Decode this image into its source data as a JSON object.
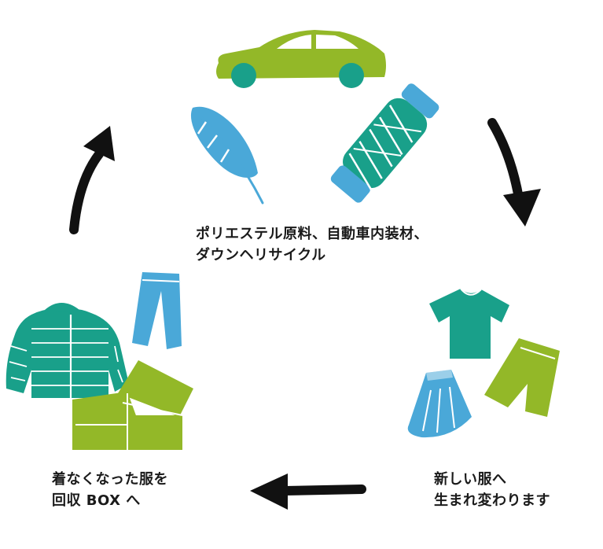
{
  "colors": {
    "green": "#93b828",
    "teal": "#19a08a",
    "blue": "#4aa8d8",
    "arrow": "#111111"
  },
  "labels": {
    "top": [
      "ポリエステル原料、自動車内装材、",
      "ダウンヘリサイクル"
    ],
    "right": [
      "新しい服へ",
      "生まれ変わります"
    ],
    "left": [
      "着なくなった服を",
      "回収 BOX へ"
    ]
  },
  "icons": [
    "car-icon",
    "feather-icon",
    "thread-spool-icon",
    "tshirt-icon",
    "skirt-icon",
    "shorts-icon",
    "down-jacket-icon",
    "pants-icon",
    "collection-box-icon"
  ]
}
